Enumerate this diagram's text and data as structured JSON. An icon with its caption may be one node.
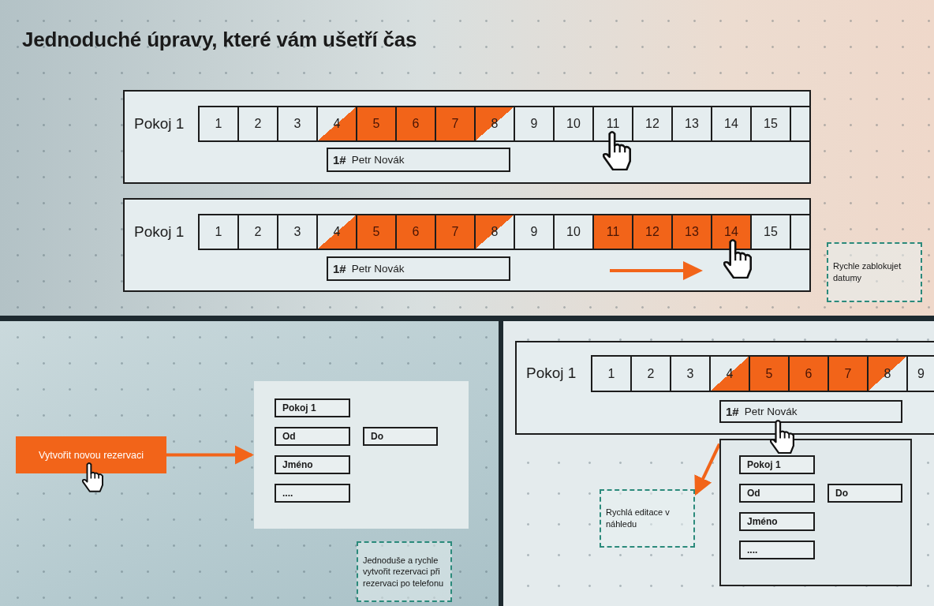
{
  "diagram": {
    "title": "Jednoduché úpravy, které vám ušetří čas",
    "nodes": [
      {
        "text": [
          "Pokoj 1"
        ]
      },
      {
        "text": [
          "1"
        ],
        "in": 0
      },
      {
        "text": [
          "2"
        ],
        "in": 0
      },
      {
        "text": [
          "3"
        ],
        "in": 0
      },
      {
        "text": [
          "4"
        ],
        "in": 0
      },
      {
        "text": [
          "5"
        ],
        "in": 0
      },
      {
        "text": [
          "6"
        ],
        "in": 0
      },
      {
        "text": [
          "7"
        ],
        "in": 0
      },
      {
        "text": [
          "8"
        ],
        "in": 0
      },
      {
        "text": [
          "9"
        ],
        "in": 0
      },
      {
        "text": [
          "10"
        ],
        "in": 0
      },
      {
        "text": [
          "11"
        ],
        "in": 0
      },
      {
        "text": [
          "12"
        ],
        "in": 0
      },
      {
        "text": [
          "13"
        ],
        "in": 0
      },
      {
        "text": [
          "14"
        ],
        "in": 0
      },
      {
        "text": [
          "15"
        ],
        "in": 0
      },
      {
        "text": [],
        "shape": "box",
        "in": 0
      },
      {
        "text": [
          "1#",
          "Petr Novák"
        ],
        "in": 0
      },
      {
        "text": [
          "Pokoj 1"
        ]
      },
      {
        "text": [
          "1"
        ],
        "in": 18
      },
      {
        "text": [
          "2"
        ],
        "in": 18
      },
      {
        "text": [
          "3"
        ],
        "in": 18
      },
      {
        "text": [
          "4"
        ],
        "in": 18
      },
      {
        "text": [
          "5"
        ],
        "in": 18
      },
      {
        "text": [
          "6"
        ],
        "in": 18
      },
      {
        "text": [
          "7"
        ],
        "in": 18
      },
      {
        "text": [
          "8"
        ],
        "in": 18
      },
      {
        "text": [
          "9"
        ],
        "in": 18
      },
      {
        "text": [
          "10"
        ],
        "in": 18
      },
      {
        "text": [
          "11"
        ],
        "in": 18
      },
      {
        "text": [
          "12"
        ],
        "in": 18
      },
      {
        "text": [
          "13"
        ],
        "in": 18
      },
      {
        "text": [
          "14"
        ],
        "in": 18
      },
      {
        "text": [
          "15"
        ],
        "in": 18
      },
      {
        "text": [],
        "shape": "box",
        "in": 18
      },
      {
        "text": [
          "1#",
          "Petr Novák"
        ],
        "in": 18
      },
      {
        "text": [
          "Rychle zablokujet datumy"
        ]
      },
      {
        "text": [
          "Vytvořit novou rezervaci"
        ]
      },
      {
        "text": [],
        "shape": "box"
      },
      {
        "text": [
          "Pokoj 1"
        ],
        "in": 38
      },
      {
        "text": [
          "Od"
        ],
        "in": 38
      },
      {
        "text": [
          "Do"
        ],
        "in": 38
      },
      {
        "text": [
          "Jméno"
        ],
        "in": 38
      },
      {
        "text": [
          "...."
        ],
        "in": 38
      },
      {
        "text": [
          "Jednoduše a rychle vytvořit rezervaci při rezervaci po telefonu"
        ]
      },
      {
        "text": [
          "Pokoj 1"
        ]
      },
      {
        "text": [
          "1"
        ],
        "in": 45
      },
      {
        "text": [
          "2"
        ],
        "in": 45
      },
      {
        "text": [
          "3"
        ],
        "in": 45
      },
      {
        "text": [
          "4"
        ],
        "in": 45
      },
      {
        "text": [
          "5"
        ],
        "in": 45
      },
      {
        "text": [
          "6"
        ],
        "in": 45
      },
      {
        "text": [
          "7"
        ],
        "in": 45
      },
      {
        "text": [
          "8"
        ],
        "in": 45
      },
      {
        "text": [
          "9"
        ],
        "in": 45
      },
      {
        "text": [
          "1#",
          "Petr Novák"
        ],
        "in": 45
      },
      {
        "text": [],
        "shape": "box"
      },
      {
        "text": [
          "Pokoj 1"
        ],
        "in": 56
      },
      {
        "text": [
          "Od"
        ],
        "in": 56
      },
      {
        "text": [
          "Do"
        ],
        "in": 56
      },
      {
        "text": [
          "Jméno"
        ],
        "in": 56
      },
      {
        "text": [
          "...."
        ],
        "in": 56
      },
      {
        "text": [
          "Rychlá editace v náhledu"
        ]
      }
    ],
    "edges": [
      {
        "from": 37,
        "to": 38,
        "arrow": "to"
      },
      {
        "from": 56,
        "to": 62,
        "arrow": "to"
      }
    ]
  }
}
